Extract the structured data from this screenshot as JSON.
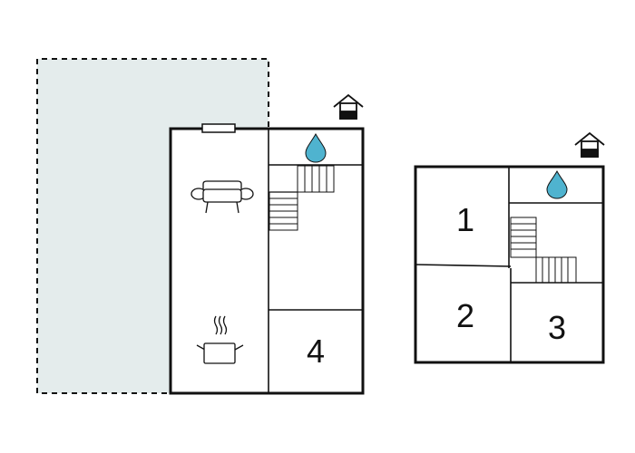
{
  "floor_plan": {
    "ground_floor": {
      "rooms": [
        {
          "id": "living-room",
          "label": ""
        },
        {
          "id": "kitchen",
          "label": ""
        },
        {
          "id": "bathroom",
          "label": ""
        },
        {
          "id": "bedroom-4",
          "label": "4"
        }
      ],
      "icons": [
        "sofa-icon",
        "pot-icon",
        "water-drop-icon",
        "staircase-icon",
        "house-marker-icon",
        "window-icon"
      ]
    },
    "upper_floor": {
      "rooms": [
        {
          "id": "bedroom-1",
          "label": "1"
        },
        {
          "id": "bedroom-2",
          "label": "2"
        },
        {
          "id": "bedroom-3",
          "label": "3"
        },
        {
          "id": "bathroom",
          "label": ""
        }
      ],
      "icons": [
        "water-drop-icon",
        "staircase-icon",
        "house-marker-icon"
      ]
    },
    "colors": {
      "wall": "#111111",
      "terrace_fill": "#e4ecec",
      "water_drop": "#4fb3cf"
    }
  }
}
